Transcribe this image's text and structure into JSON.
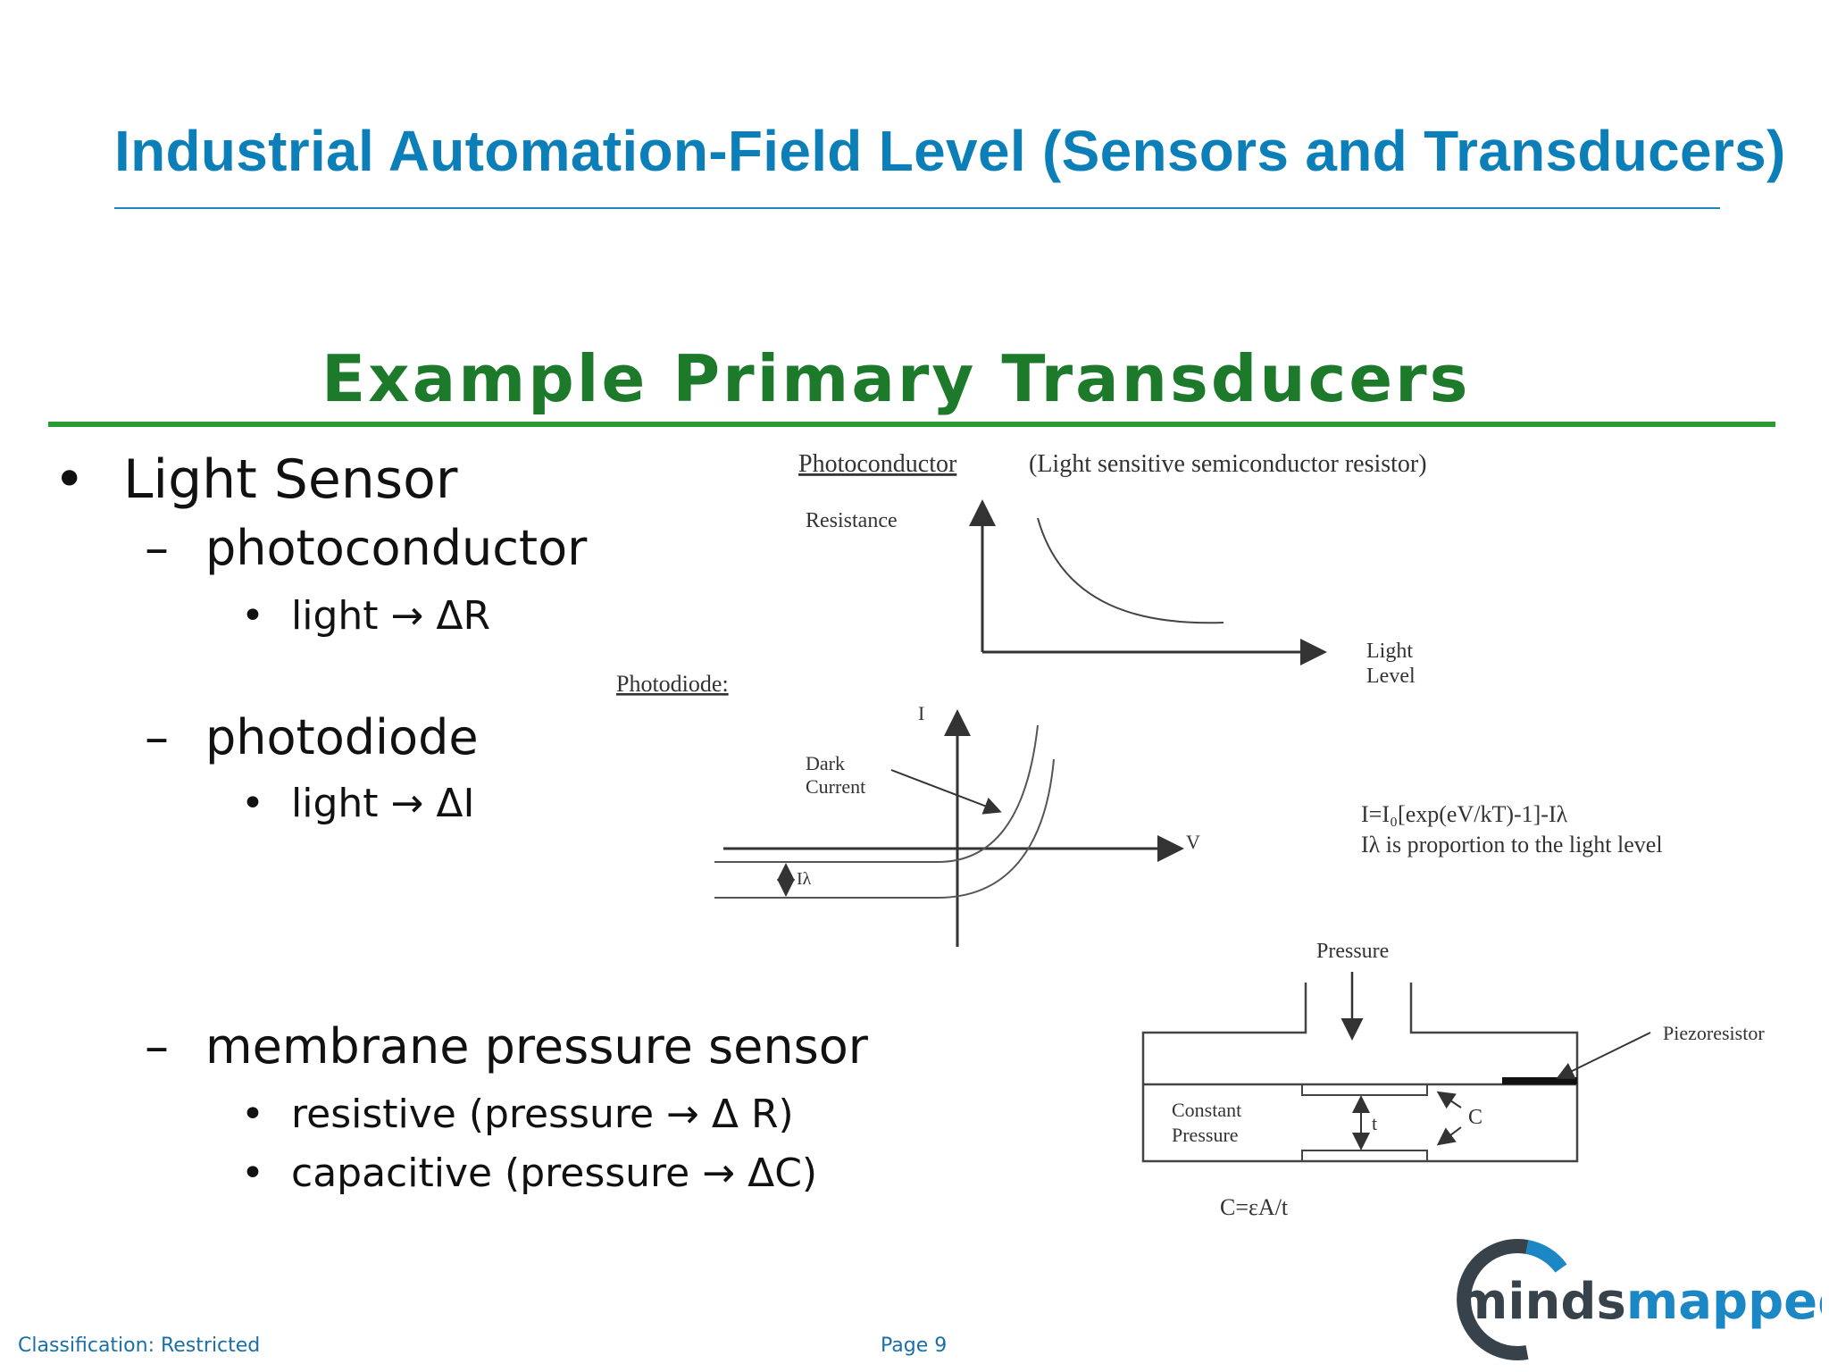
{
  "slide": {
    "title": "Industrial Automation-Field Level (Sensors and Transducers)"
  },
  "content": {
    "heading": "Example Primary Transducers",
    "bullets": {
      "light_sensor": "Light Sensor",
      "photoconductor": "photoconductor",
      "photoconductor_effect": "light → ΔR",
      "photodiode": "photodiode",
      "photodiode_effect": "light → ΔI",
      "membrane": "membrane pressure sensor",
      "resistive": "resistive (pressure → Δ R)",
      "capacitive": "capacitive (pressure → ΔC)"
    },
    "markers": {
      "level1": "•",
      "level2": "–",
      "level3": "•"
    }
  },
  "diagrams": {
    "photoconductor": {
      "title": "Photoconductor",
      "subtitle": "(Light sensitive semiconductor resistor)",
      "y_label": "Resistance",
      "x_label_1": "Light",
      "x_label_2": "Level"
    },
    "photodiode": {
      "title": "Photodiode:",
      "y_label": "I",
      "x_label": "V",
      "dark_current_1": "Dark",
      "dark_current_2": "Current",
      "i_lambda": "Iλ",
      "equation": "I=I₀[exp(eV/kT)-1]-Iλ",
      "note": "Iλ is proportion to the light level"
    },
    "pressure": {
      "pressure_label": "Pressure",
      "piezoresistor": "Piezoresistor",
      "constant_1": "Constant",
      "constant_2": "Pressure",
      "t_label": "t",
      "c_label": "C",
      "formula": "C=εA/t"
    }
  },
  "footer": {
    "classification": "Classification: Restricted",
    "page": "Page 9"
  },
  "logo": {
    "text_a": "mind",
    "text_b": "s",
    "text_c": "mapped",
    "colors": {
      "blue": "#1b87c4",
      "dark": "#37424a"
    }
  },
  "colors": {
    "title": "#0d7fb8",
    "heading_green": "#1c7a2a",
    "rule_green": "#2c9a35"
  }
}
